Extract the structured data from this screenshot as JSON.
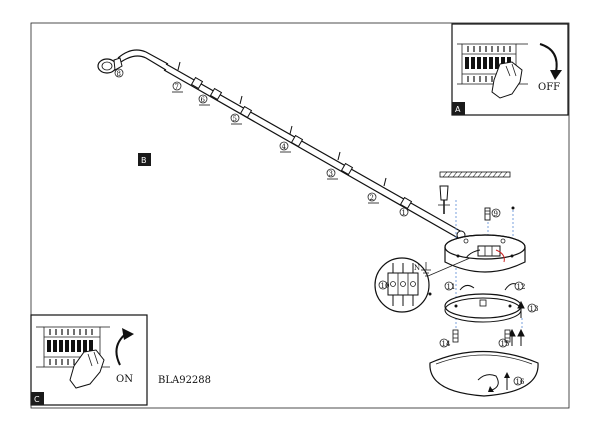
{
  "panels": {
    "a": {
      "badge": "A",
      "state_label": "OFF"
    },
    "b": {
      "badge": "B"
    },
    "c": {
      "badge": "C",
      "state_label": "ON"
    }
  },
  "model_code": "BLA92288",
  "step_numbers": {
    "s1": "1",
    "s2": "2",
    "s3": "3",
    "s4": "4",
    "s5": "5",
    "s6": "6",
    "s7": "7",
    "s8": "8",
    "s9": "9",
    "s10": "10",
    "s11": "11",
    "s12": "12",
    "s13": "13",
    "s14": "14",
    "s15": "15",
    "s16": "16"
  },
  "terminal_block": {
    "label": "N"
  },
  "colors": {
    "badge_fill": "#1a1a1a",
    "line": "#111111",
    "wire_red": "#cc2222",
    "wire_blue": "#5a8ad6"
  },
  "icons": [
    "switch-off-icon",
    "switch-on-icon",
    "ground-icon",
    "screwdriver-icon",
    "rotate-arrow-icon"
  ]
}
